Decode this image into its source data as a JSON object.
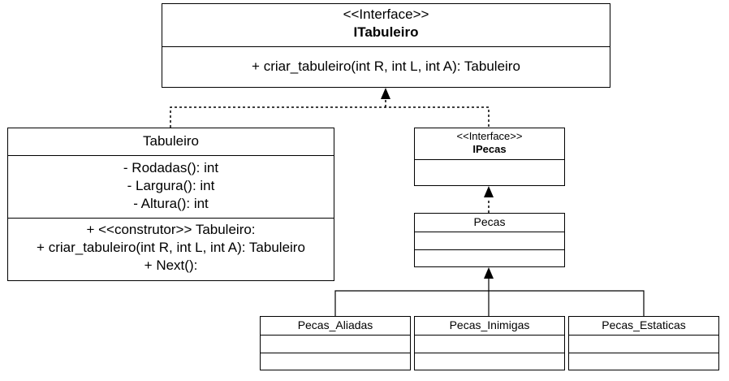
{
  "itabuleiro": {
    "stereotype": "<<Interface>>",
    "name": "ITabuleiro",
    "operations": [
      "+ criar_tabuleiro(int R, int L, int A): Tabuleiro"
    ]
  },
  "tabuleiro": {
    "name": "Tabuleiro",
    "attributes": [
      "- Rodadas(): int",
      "- Largura(): int",
      "- Altura(): int"
    ],
    "operations": [
      "+ <<construtor>> Tabuleiro:",
      "+ criar_tabuleiro(int R, int L, int A): Tabuleiro",
      "+ Next():"
    ]
  },
  "ipecas": {
    "stereotype": "<<Interface>>",
    "name": "IPecas"
  },
  "pecas": {
    "name": "Pecas"
  },
  "pecas_aliadas": {
    "name": "Pecas_Aliadas"
  },
  "pecas_inimigas": {
    "name": "Pecas_Inimigas"
  },
  "pecas_estaticas": {
    "name": "Pecas_Estaticas"
  }
}
